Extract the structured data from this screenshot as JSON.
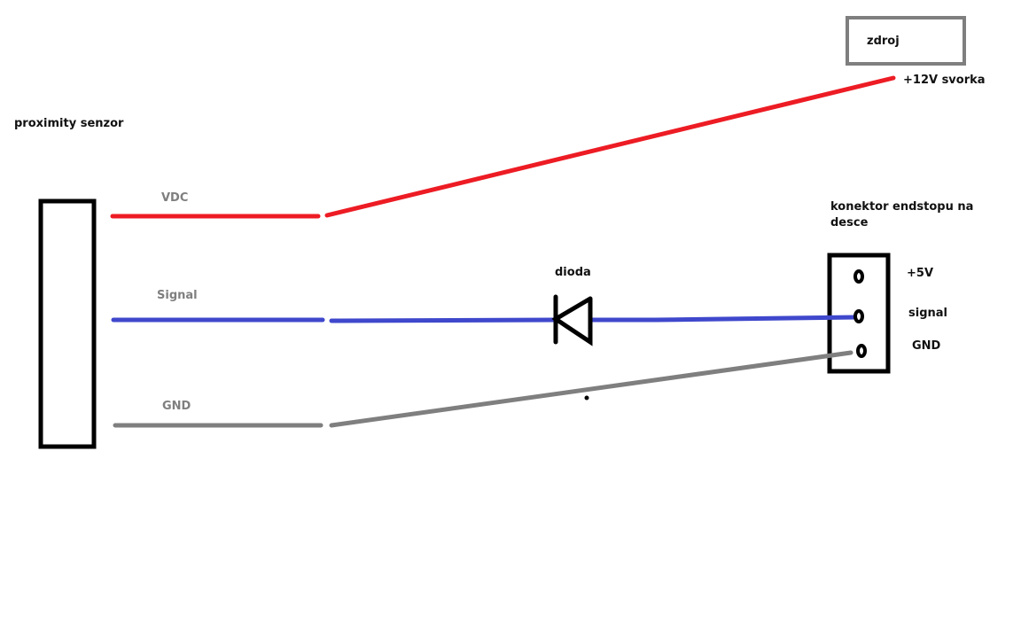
{
  "colors": {
    "vdc": "#ed1c24",
    "signal": "#3f48cc",
    "gnd": "#7f7f7f",
    "outline": "#000000"
  },
  "labels": {
    "proximity_sensor": "proximity senzor",
    "vdc": "VDC",
    "signal": "Signal",
    "gnd": "GND",
    "power_supply": "zdroj",
    "plus12v": "+12V svorka",
    "diode": "dioda",
    "connector": "konektor endstopu na desce",
    "pin_5v": "+5V",
    "pin_signal": "signal",
    "pin_gnd": "GND"
  }
}
